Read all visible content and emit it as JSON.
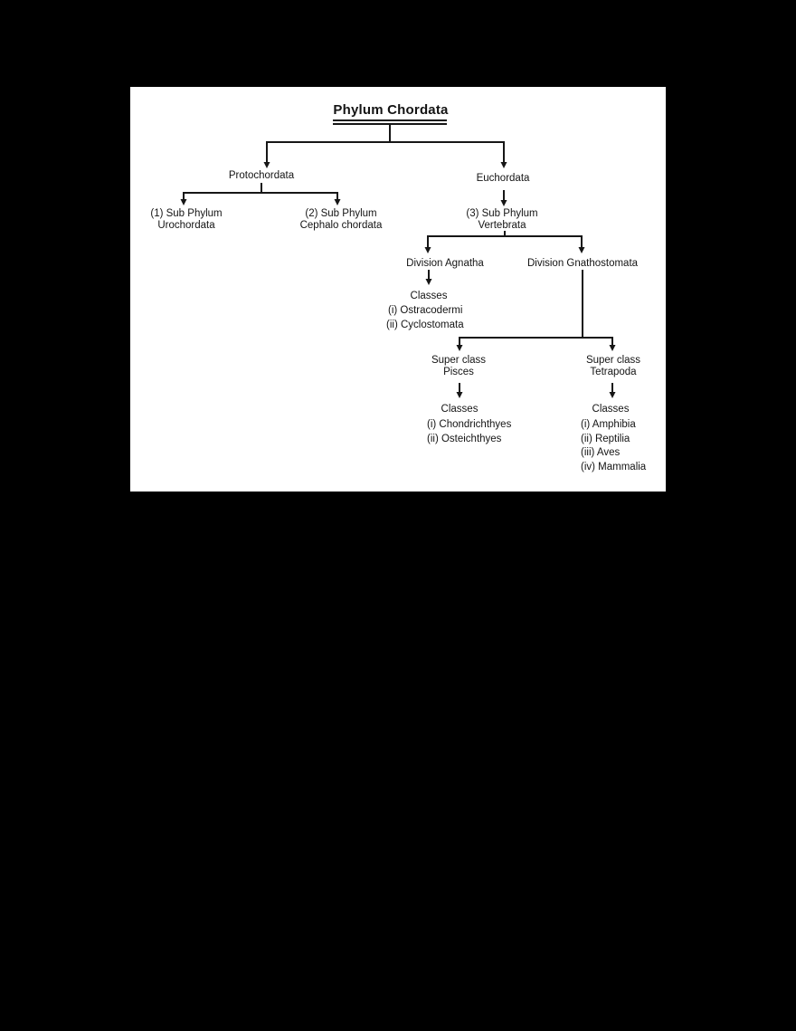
{
  "diagram": {
    "title": "Phylum Chordata",
    "branches": {
      "protochordata": {
        "label": "Protochordata"
      },
      "urochordata": {
        "line1": "(1) Sub Phylum",
        "line2": "Urochordata"
      },
      "cephalochordata": {
        "line1": "(2) Sub Phylum",
        "line2": "Cephalo chordata"
      },
      "euchordata": {
        "label": "Euchordata"
      },
      "vertebrata": {
        "line1": "(3) Sub Phylum",
        "line2": "Vertebrata"
      },
      "agnatha": {
        "label": "Division Agnatha",
        "classes_heading": "Classes",
        "classes": [
          "(i) Ostracodermi",
          "(ii) Cyclostomata"
        ]
      },
      "gnathostomata": {
        "label": "Division Gnathostomata"
      },
      "pisces": {
        "line1": "Super class",
        "line2": "Pisces",
        "classes_heading": "Classes",
        "classes": [
          "(i) Chondrichthyes",
          "(ii) Osteichthyes"
        ]
      },
      "tetrapoda": {
        "line1": "Super class",
        "line2": "Tetrapoda",
        "classes_heading": "Classes",
        "classes": [
          "(i) Amphibia",
          "(ii) Reptilia",
          "(iii) Aves",
          "(iv) Mammalia"
        ]
      }
    },
    "colors": {
      "page_background": "#000000",
      "card_background": "#ffffff",
      "ink": "#161616"
    }
  }
}
